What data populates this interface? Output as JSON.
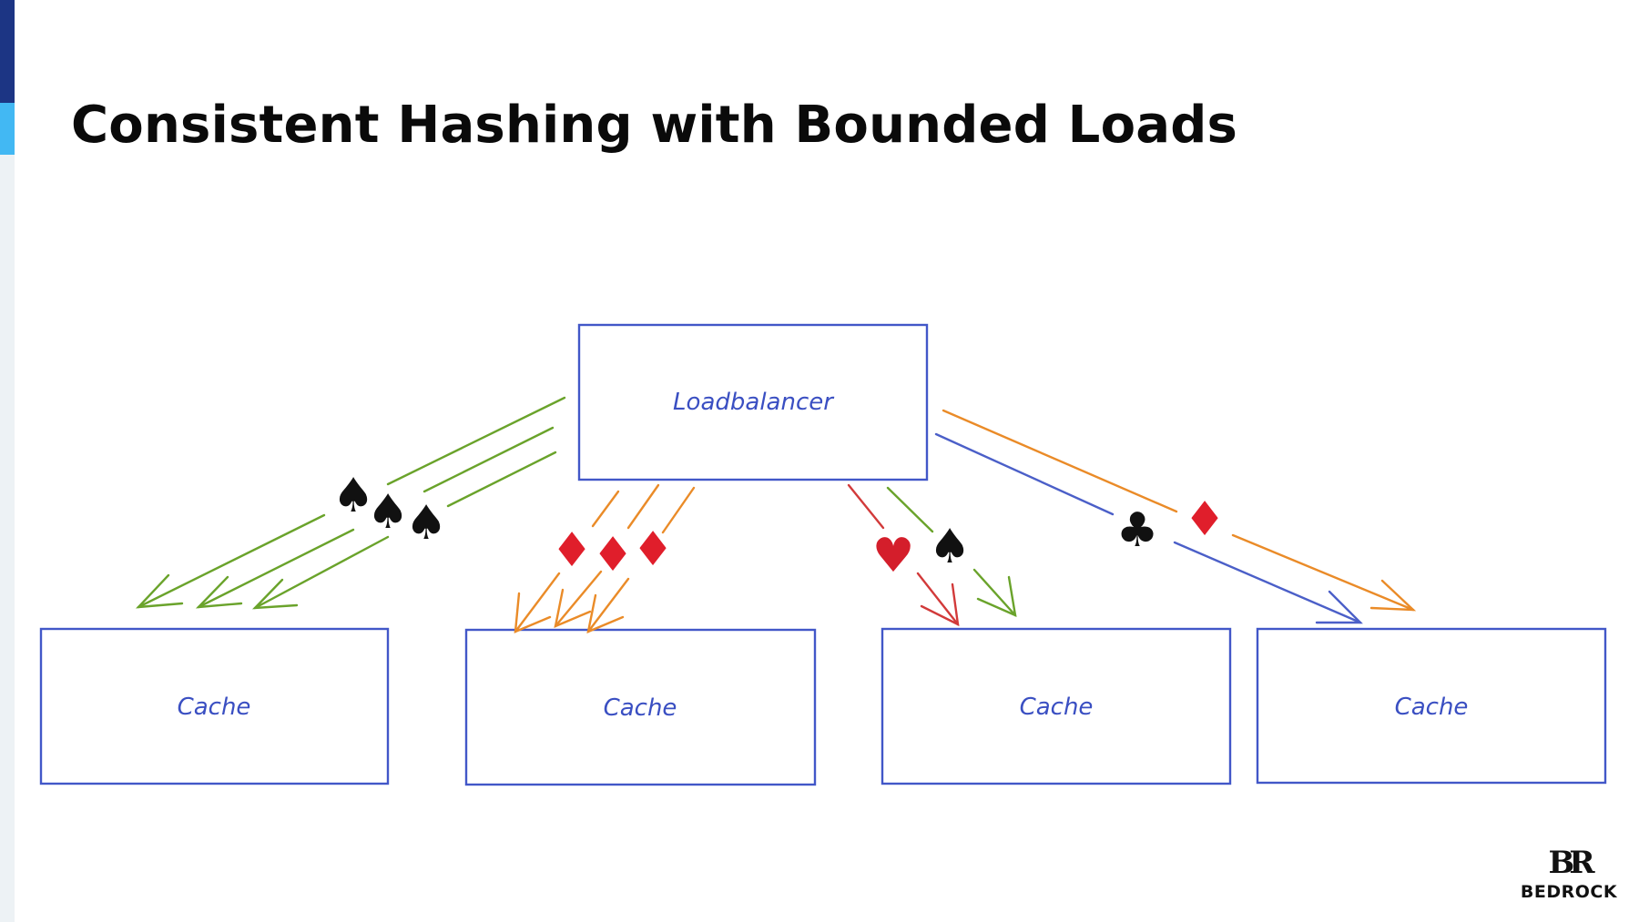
{
  "slide": {
    "title": "Consistent Hashing with Bounded Loads"
  },
  "diagram": {
    "loadbalancer": {
      "label": "Loadbalancer"
    },
    "caches": [
      {
        "label": "Cache"
      },
      {
        "label": "Cache"
      },
      {
        "label": "Cache"
      },
      {
        "label": "Cache"
      }
    ],
    "suits": {
      "spade": "♠",
      "diamond": "♦",
      "heart": "♥",
      "club": "♣"
    },
    "colors": {
      "box_stroke": "#4257c8",
      "spade": "#111111",
      "club": "#111111",
      "diamond": "#e01e2b",
      "heart": "#d41e2b",
      "arrow_green": "#6aa32b",
      "arrow_orange": "#ea8b28",
      "arrow_red": "#d23a3a",
      "arrow_blue": "#4b5fc8"
    }
  },
  "branding": {
    "logo_mark": "BR",
    "logo_text": "BEDROCK"
  }
}
